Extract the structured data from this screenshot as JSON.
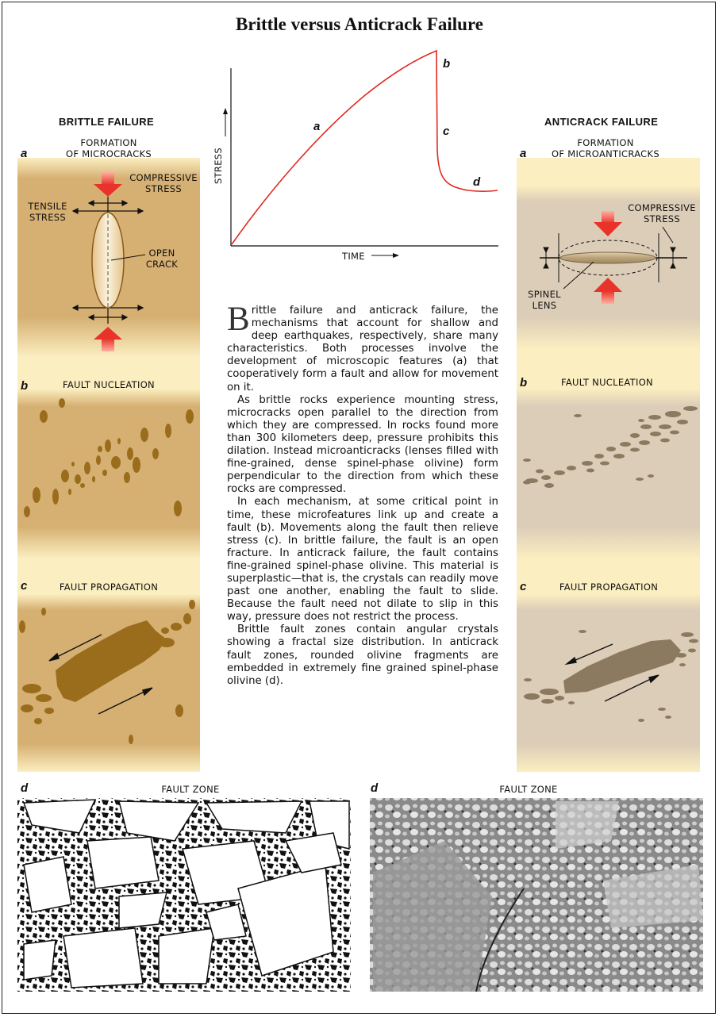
{
  "title": "Brittle versus Anticrack Failure",
  "graph": {
    "y_label": "STRESS",
    "x_label": "TIME",
    "points": [
      {
        "label": "a"
      },
      {
        "label": "b"
      },
      {
        "label": "c"
      },
      {
        "label": "d"
      }
    ],
    "curve_color": "#e02a22"
  },
  "brittle": {
    "heading": "BRITTLE FAILURE",
    "panel_a": {
      "letter": "a",
      "caption_1": "FORMATION",
      "caption_2": "OF MICROCRACKS",
      "compressive_1": "COMPRESSIVE",
      "compressive_2": "STRESS",
      "tensile_1": "TENSILE",
      "tensile_2": "STRESS",
      "crack_1": "OPEN",
      "crack_2": "CRACK"
    },
    "panel_b": {
      "letter": "b",
      "caption": "FAULT NUCLEATION"
    },
    "panel_c": {
      "letter": "c",
      "caption": "FAULT PROPAGATION"
    },
    "color": "#d6b072",
    "feature_color": "#9a6d1c"
  },
  "anticrack": {
    "heading": "ANTICRACK FAILURE",
    "panel_a": {
      "letter": "a",
      "caption_1": "FORMATION",
      "caption_2": "OF MICROANTICRACKS",
      "compressive_1": "COMPRESSIVE",
      "compressive_2": "STRESS",
      "lens_1": "SPINEL",
      "lens_2": "LENS"
    },
    "panel_b": {
      "letter": "b",
      "caption": "FAULT NUCLEATION"
    },
    "panel_c": {
      "letter": "c",
      "caption": "FAULT PROPAGATION"
    },
    "color": "#dccdb8",
    "feature_color": "#8c7a60"
  },
  "body": {
    "dropcap": "B",
    "p1": "rittle failure and anticrack failure, the mechanisms that account for shallow and deep earthquakes, respectively, share many characteristics. Both processes involve the development of microscopic features (a) that cooperatively form a fault and allow for movement on it.",
    "p2": "As brittle rocks experience mounting stress, microcracks open parallel to the direction from which they are compressed. In rocks found more than 300 kilometers deep, pressure prohibits this dilation. Instead microanticracks (lenses filled with fine-grained, dense spinel-phase olivine) form perpendicular to the direction from which these rocks are compressed.",
    "p3": "In each mechanism, at some critical point in time, these microfeatures link up and create a fault (b). Movements along the fault then relieve stress (c). In brittle failure, the fault is an open fracture. In anticrack failure, the fault contains fine-grained spinel-phase olivine. This material is superplastic—that is, the crystals can readily move past one another, enabling the fault to slide. Because the fault need not dilate to slip in this way, pressure does not restrict the process.",
    "p4": "Brittle fault zones contain angular crystals showing a fractal size distribution. In anticrack fault zones, rounded olivine fragments are embedded in extremely fine grained spinel-phase olivine (d)."
  },
  "photos": {
    "left": {
      "letter": "d",
      "caption": "FAULT ZONE"
    },
    "right": {
      "letter": "d",
      "caption": "FAULT ZONE"
    }
  },
  "stress_arrow_color": "#e8322a"
}
